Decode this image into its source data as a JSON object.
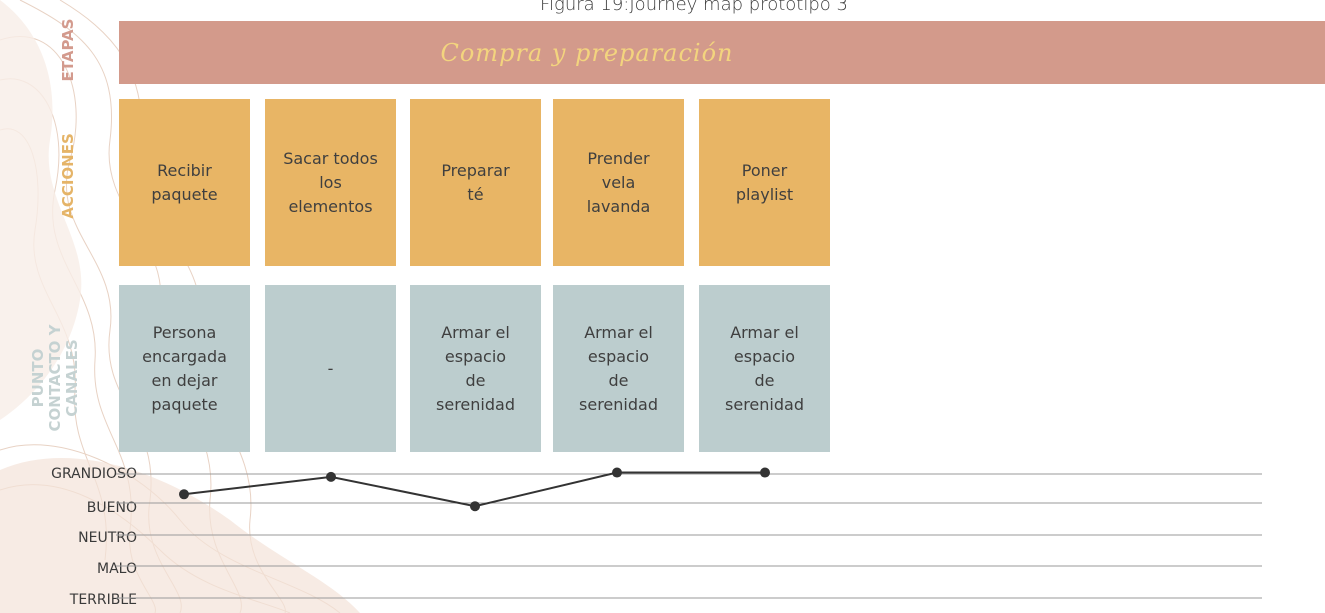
{
  "figure_title": "Figura 19:Journey map  prototipo 3",
  "row_labels": {
    "etapas": "ETAPAS",
    "acciones": "ACCIONES",
    "punto": "PUNTO\nCONTACTO Y\nCANALES"
  },
  "stage": "Compra y preparación",
  "actions": [
    "Recibir\npaquete",
    "Sacar todos\nlos\nelementos",
    "Preparar\nté",
    "Prender\nvela\nlavanda",
    "Poner\nplaylist"
  ],
  "touchpoints": [
    "Persona\nencargada\nen dejar\npaquete",
    "-",
    "Armar el\nespacio\nde\nserenidad",
    "Armar el\nespacio\nde\nserenidad",
    "Armar el\nespacio\nde\nserenidad"
  ],
  "colors": {
    "stage": "#d39a8b",
    "action": "#e8b565",
    "touch": "#bccdce",
    "line": "#333333",
    "grid": "#9a9a9a"
  },
  "chart_data": {
    "type": "line",
    "levels": [
      "GRANDIOSO",
      "BUENO",
      "NEUTRO",
      "MALO",
      "TERRIBLE"
    ],
    "categories": [
      "Recibir paquete",
      "Sacar todos los elementos",
      "Preparar té",
      "Prender vela lavanda",
      "Poner playlist"
    ],
    "values": [
      4.3,
      4.9,
      3.9,
      5.05,
      5.05
    ],
    "ylim": [
      1,
      5
    ]
  }
}
